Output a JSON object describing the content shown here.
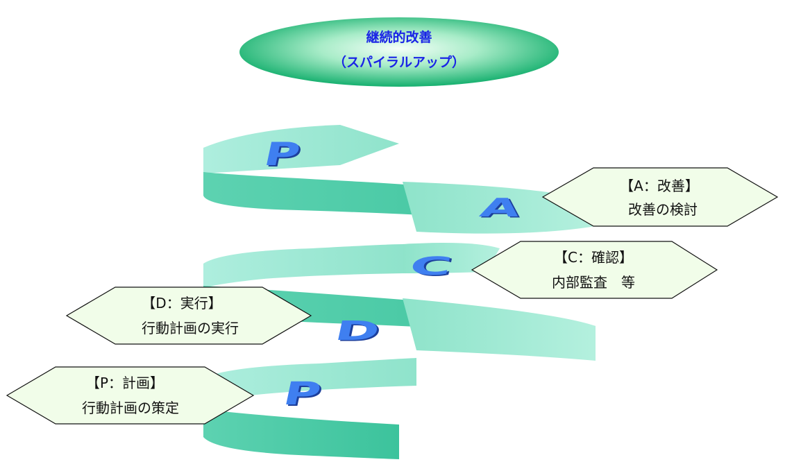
{
  "title": {
    "line1": "継続的改善",
    "line2": "（スパイラルアップ）"
  },
  "spiral_letters": {
    "top_p": "P",
    "a": "A",
    "c": "C",
    "d": "D",
    "bottom_p": "P"
  },
  "steps": [
    {
      "id": "act",
      "heading": "【A：改善】",
      "detail": "改善の検討"
    },
    {
      "id": "check",
      "heading": "【C：確認】",
      "detail": "内部監査　等"
    },
    {
      "id": "do",
      "heading": "【D：実行】",
      "detail": "行動計画の実行"
    },
    {
      "id": "plan",
      "heading": "【P：計画】",
      "detail": "行動計画の策定"
    }
  ],
  "colors": {
    "ellipse_light": "#f4fff8",
    "ellipse_dark": "#17b06f",
    "title_text": "#1a24e6",
    "band_light": "#a4ead7",
    "band_mid": "#5dd2b1",
    "band_dark": "#2eb88f",
    "hex_fill": "#f1fde9",
    "letter_fill": "#3f7ff0",
    "letter_shadow": "#1c3f9c"
  }
}
